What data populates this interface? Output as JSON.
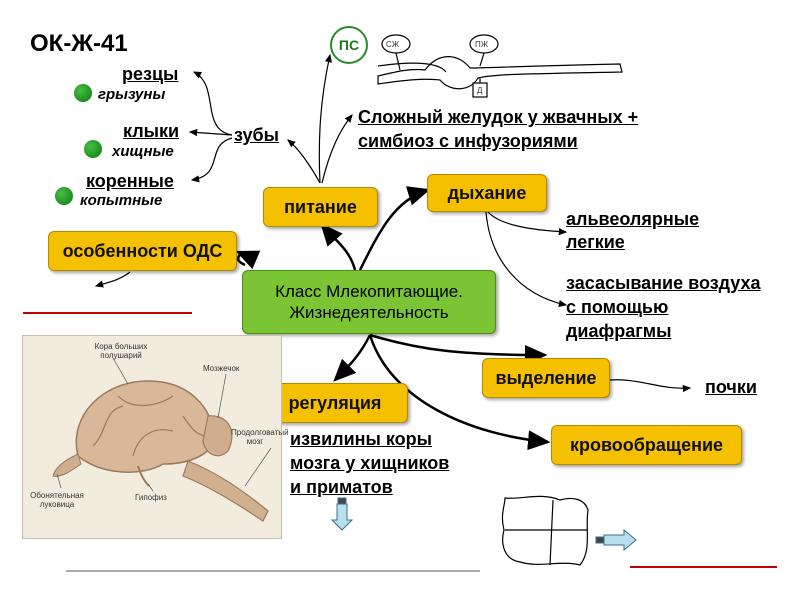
{
  "title": "ОК-Ж-41",
  "badge": "ПС",
  "center": {
    "line1": "Класс Млекопитающие.",
    "line2": "Жизнедеятельность"
  },
  "nodes": {
    "nutrition": "питание",
    "breathing": "дыхание",
    "ods": "особенности ОДС",
    "regulation": "регуляция",
    "excretion": "выделение",
    "circulation": "кровообращение"
  },
  "teeth": {
    "label": "зубы",
    "items": [
      {
        "name": "резцы",
        "group": "грызуны"
      },
      {
        "name": "клыки",
        "group": "хищные"
      },
      {
        "name": "коренные",
        "group": "копытные"
      }
    ]
  },
  "stomach": {
    "line1": "Сложный желудок у жвачных +",
    "line2": "симбиоз с инфузориями"
  },
  "stomach_diagram": {
    "labels": [
      "СЖ",
      "ПЖ",
      "Д"
    ]
  },
  "breathing_notes": {
    "lungs": {
      "line1": "альвеолярные",
      "line2": "легкие"
    },
    "diaphragm": {
      "line1": "засасывание воздуха",
      "line2": "с помощью",
      "line3": "диафрагмы"
    }
  },
  "kidneys": "почки",
  "brain_note": {
    "line1": "извилины коры",
    "line2": "мозга у хищников",
    "line3": "и приматов"
  },
  "brain_image": {
    "labels": {
      "cortex": "Кора больших полушарий",
      "cerebellum": "Мозжечок",
      "medulla": "Продолговатый мозг",
      "olfactory": "Обонятельная луковица",
      "pituitary": "Гипофиз"
    }
  },
  "colors": {
    "node": "#f5c000",
    "center": "#7bc433",
    "dot": "#1a9a1a",
    "red_line": "#c00000"
  }
}
